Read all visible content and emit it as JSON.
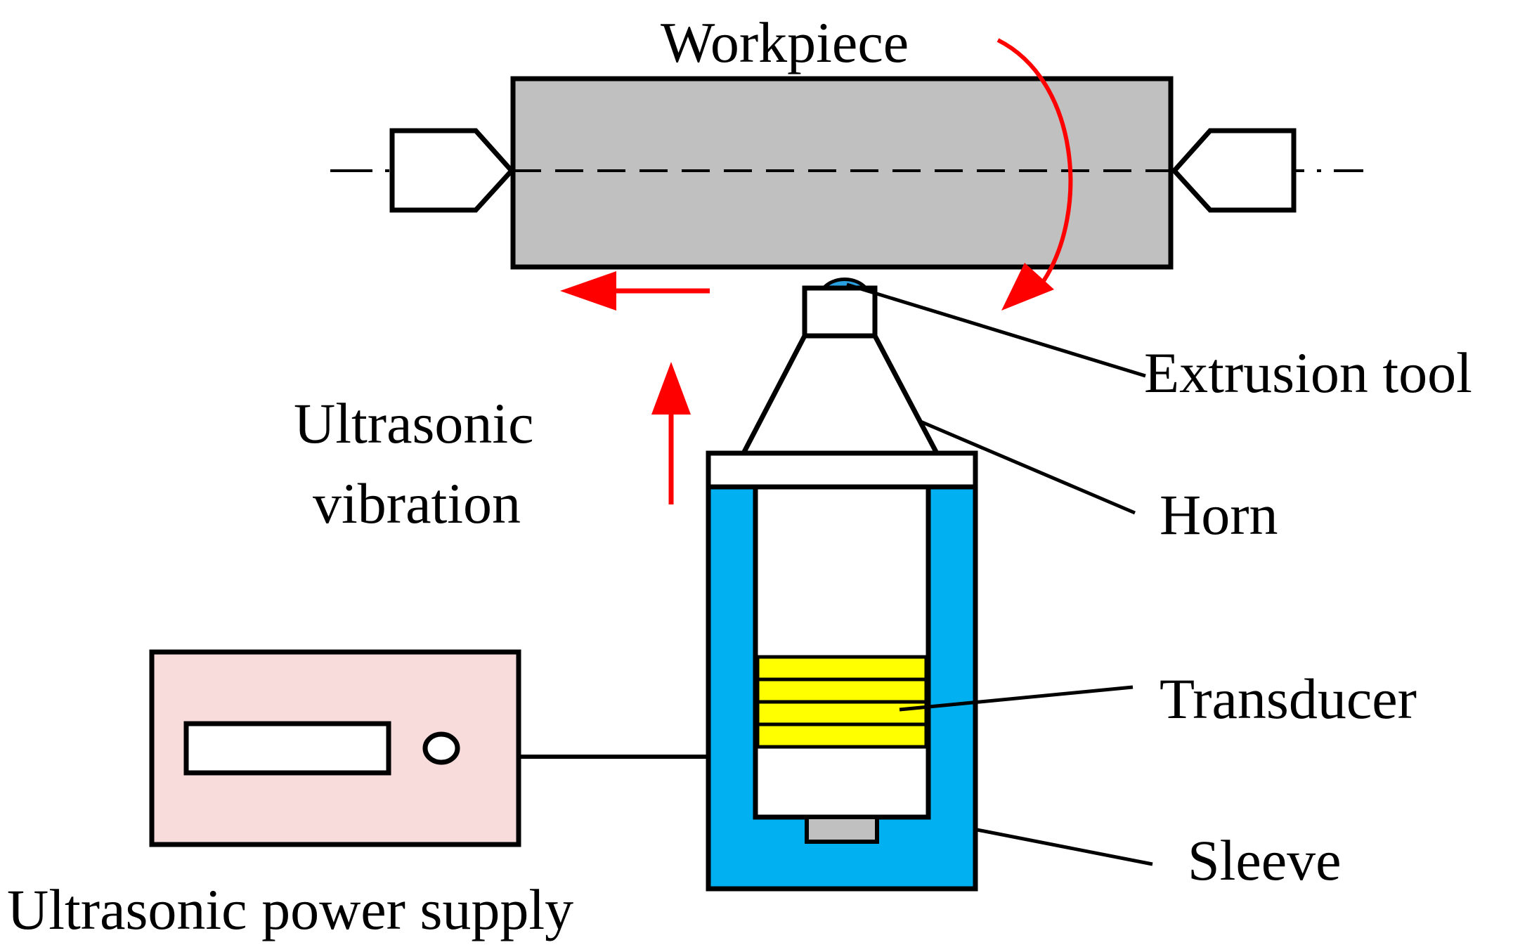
{
  "labels": {
    "workpiece": "Workpiece",
    "extrusion_tool": "Extrusion tool",
    "horn": "Horn",
    "ultrasonic_vibration_line1": "Ultrasonic",
    "ultrasonic_vibration_line2": "vibration",
    "transducer": "Transducer",
    "sleeve": "Sleeve",
    "ultrasonic_power_supply": "Ultrasonic power supply"
  },
  "colors": {
    "workpiece_fill": "#c0c0c0",
    "sleeve_fill": "#00b0f0",
    "transducer_fill": "#ffff00",
    "power_supply_fill": "#f8dcdc",
    "arrow": "#ff0000",
    "tool_tip": "#2aa0e0",
    "outline": "#000000"
  }
}
